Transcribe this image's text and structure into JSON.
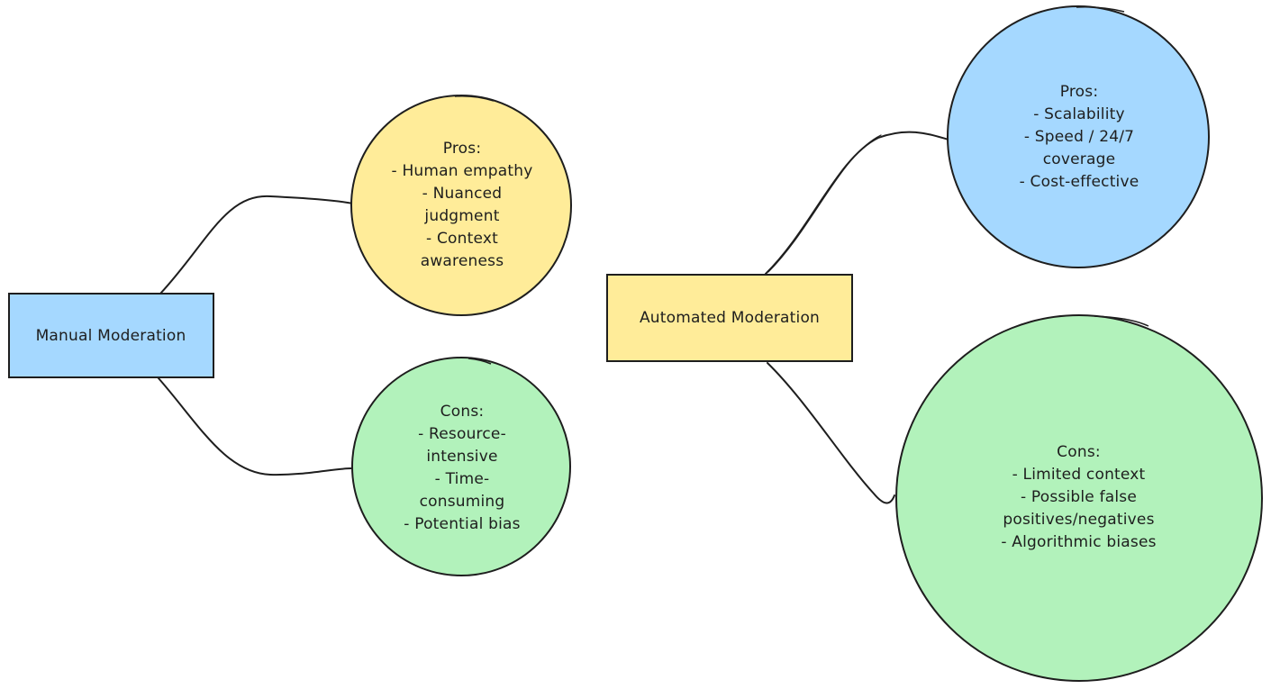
{
  "nodes": {
    "manual": {
      "label": "Manual Moderation",
      "fill": "#a5d8ff"
    },
    "automated": {
      "label": "Automated Moderation",
      "fill": "#ffec99"
    },
    "manual_pros": {
      "text": "Pros:\n- Human empathy\n- Nuanced\njudgment\n- Context\nawareness",
      "fill": "#ffec99"
    },
    "manual_cons": {
      "text": "Cons:\n- Resource-\nintensive\n- Time-\nconsuming\n- Potential bias",
      "fill": "#b2f2bb"
    },
    "auto_pros": {
      "text": "Pros:\n- Scalability\n- Speed / 24/7\ncoverage\n- Cost-effective",
      "fill": "#a5d8ff"
    },
    "auto_cons": {
      "text": "Cons:\n- Limited context\n- Possible false\npositives/negatives\n- Algorithmic biases",
      "fill": "#b2f2bb"
    }
  },
  "stroke_color": "#1e1e1e"
}
